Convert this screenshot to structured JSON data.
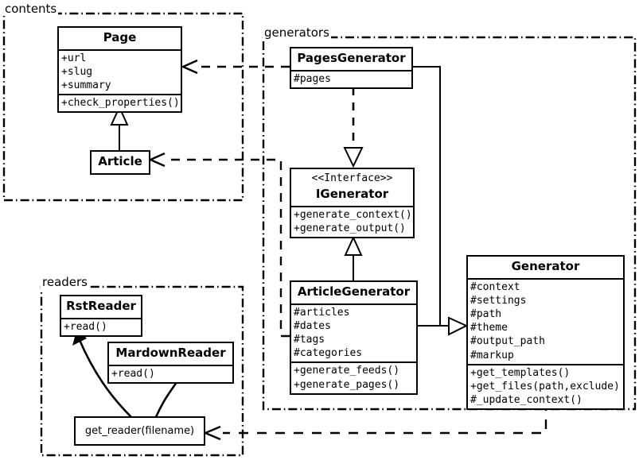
{
  "diagram": {
    "type": "uml-class-diagram",
    "title": "",
    "packages": [
      {
        "id": "contents",
        "label": "contents"
      },
      {
        "id": "generators",
        "label": "generators"
      },
      {
        "id": "readers",
        "label": "readers"
      }
    ],
    "classes": [
      {
        "id": "page",
        "name": "Page",
        "stereotype": "",
        "package": "contents",
        "attributes": [
          "+url",
          "+slug",
          "+summary"
        ],
        "methods": [
          "+check_properties()"
        ]
      },
      {
        "id": "article",
        "name": "Article",
        "stereotype": "",
        "package": "contents",
        "attributes": [],
        "methods": []
      },
      {
        "id": "pages_generator",
        "name": "PagesGenerator",
        "stereotype": "",
        "package": "generators",
        "attributes": [
          "#pages"
        ],
        "methods": []
      },
      {
        "id": "igenerator",
        "name": "IGenerator",
        "stereotype": "<<Interface>>",
        "package": "generators",
        "attributes": [],
        "methods": [
          "+generate_context()",
          "+generate_output()"
        ]
      },
      {
        "id": "article_generator",
        "name": "ArticleGenerator",
        "stereotype": "",
        "package": "generators",
        "attributes": [
          "#articles",
          "#dates",
          "#tags",
          "#categories"
        ],
        "methods": [
          "+generate_feeds()",
          "+generate_pages()"
        ]
      },
      {
        "id": "generator",
        "name": "Generator",
        "stereotype": "",
        "package": "",
        "attributes": [
          "#context",
          "#settings",
          "#path",
          "#theme",
          "#output_path",
          "#markup"
        ],
        "methods": [
          "+get_templates()",
          "+get_files(path,exclude)",
          "#_update_context()"
        ]
      },
      {
        "id": "rst_reader",
        "name": "RstReader",
        "stereotype": "",
        "package": "readers",
        "attributes": [],
        "methods": [
          "+read()"
        ]
      },
      {
        "id": "mardown_reader",
        "name": "MardownReader",
        "stereotype": "",
        "package": "readers",
        "attributes": [],
        "methods": [
          "+read()"
        ]
      }
    ],
    "functions": [
      {
        "id": "get_reader",
        "label": "get_reader(filename)",
        "package": "readers"
      }
    ],
    "relationships": [
      {
        "from": "article",
        "to": "page",
        "type": "generalization"
      },
      {
        "from": "pages_generator",
        "to": "igenerator",
        "type": "realization"
      },
      {
        "from": "article_generator",
        "to": "igenerator",
        "type": "generalization"
      },
      {
        "from": "pages_generator",
        "to": "generator",
        "type": "generalization"
      },
      {
        "from": "article_generator",
        "to": "generator",
        "type": "generalization"
      },
      {
        "from": "pages_generator",
        "to": "page",
        "type": "dependency"
      },
      {
        "from": "article_generator",
        "to": "article",
        "type": "dependency"
      },
      {
        "from": "generator",
        "to": "get_reader",
        "type": "dependency"
      },
      {
        "from": "get_reader",
        "to": "rst_reader",
        "type": "returns"
      },
      {
        "from": "get_reader",
        "to": "mardown_reader",
        "type": "returns"
      }
    ],
    "colors": {
      "stroke": "#000000",
      "fill": "#ffffff"
    }
  }
}
